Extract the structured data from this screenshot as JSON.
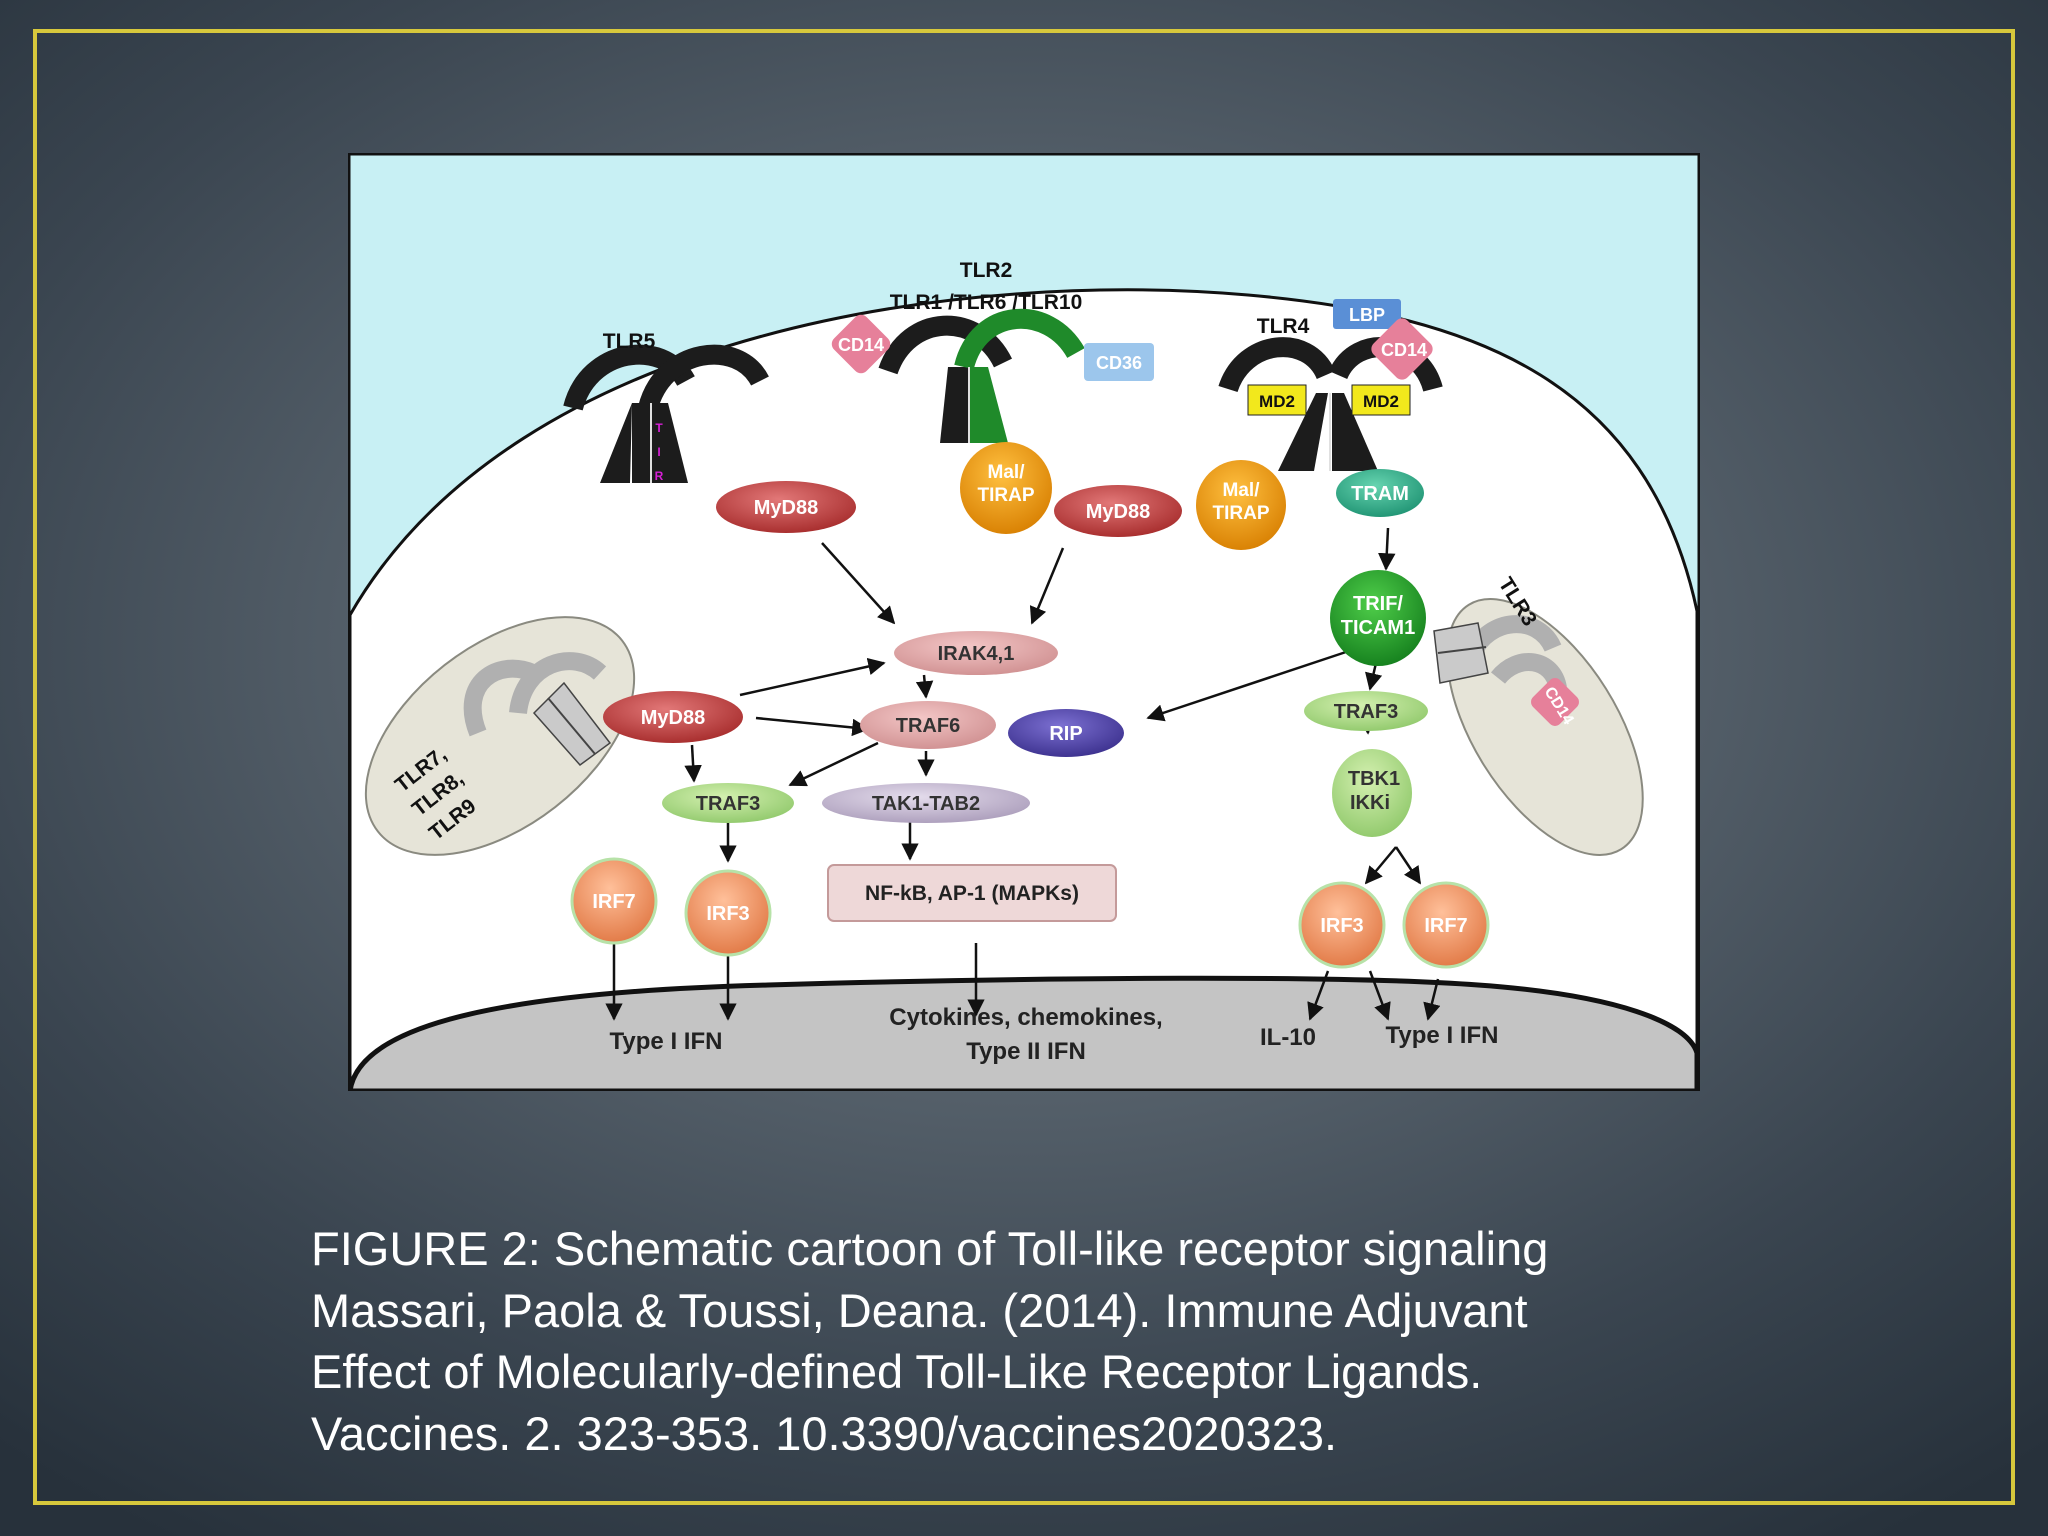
{
  "diagram": {
    "receptors": {
      "tlr5": "TLR5",
      "tlr2_top": "TLR2",
      "tlr2_bottom": "TLR1 /TLR6 /TLR10",
      "tlr4": "TLR4",
      "tlr3": "TLR3",
      "tlr789": [
        "TLR7,",
        "TLR8,",
        "TLR9"
      ]
    },
    "tir": [
      "T",
      "I",
      "R"
    ],
    "coreceptors": {
      "cd14_left": "CD14",
      "cd36": "CD36",
      "lbp": "LBP",
      "cd14_right": "CD14",
      "md2_left": "MD2",
      "md2_right": "MD2",
      "cd14_endo": "CD14"
    },
    "adaptors": {
      "myd88_tlr5": "MyD88",
      "mal_tirap_left": [
        "Mal/",
        "TIRAP"
      ],
      "myd88_tlr2": "MyD88",
      "mal_tirap_right": [
        "Mal/",
        "TIRAP"
      ],
      "tram": "TRAM",
      "trif": [
        "TRIF/",
        "TICAM1"
      ],
      "myd88_endo": "MyD88"
    },
    "kinases": {
      "irak": "IRAK4,1",
      "traf6": "TRAF6",
      "rip": "RIP",
      "traf3_left": "TRAF3",
      "tak1": "TAK1-TAB2",
      "traf3_right": "TRAF3",
      "tbk1": [
        "TBK1",
        "IKKi"
      ]
    },
    "transcription": {
      "irf7_left": "IRF7",
      "irf3_left": "IRF3",
      "nfkb": "NF-kB, AP-1 (MAPKs)",
      "irf3_right": "IRF3",
      "irf7_right": "IRF7"
    },
    "outputs": {
      "type1_left": "Type I IFN",
      "cytokines": [
        "Cytokines, chemokines,",
        "Type II IFN"
      ],
      "il10": "IL-10",
      "type1_right": "Type I IFN"
    },
    "colors": {
      "cytoplasm": "#ffffff",
      "extracellular": "#c8f0f4",
      "nucleus": "#c4c4c4",
      "endosome": "#e6e4d8",
      "receptor": "#1c1c1c",
      "receptor_green": "#1f8a2a",
      "myd88": "#bb3c3c",
      "mal_tirap": "#e89410",
      "tram": "#2aa883",
      "trif": "#1f9a28",
      "md2": "#f2e81c",
      "cd14": "#e6809a",
      "cd36": "#9cc6ec",
      "lbp": "#5a8fd6",
      "rip": "#4a3fa2",
      "irf": "#f08e58",
      "nfkb": "#eed8d8",
      "caption_text": "#ffffff",
      "frame": "#d7c83c"
    }
  },
  "caption": {
    "lines": [
      "FIGURE 2: Schematic cartoon of Toll-like receptor signaling",
      "Massari, Paola & Toussi, Deana. (2014). Immune Adjuvant",
      "Effect of Molecularly-defined Toll-Like Receptor Ligands.",
      "Vaccines. 2. 323-353. 10.3390/vaccines2020323."
    ]
  }
}
